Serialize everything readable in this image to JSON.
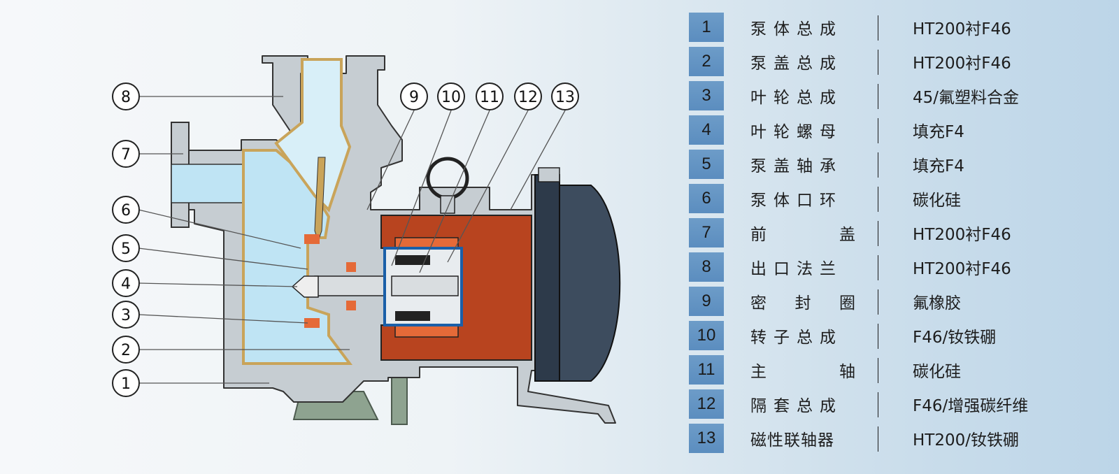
{
  "colors": {
    "num_cell": "#5b8dbf",
    "pump_body": "#c8cfd4",
    "liner": "#c9a45a",
    "fluid": "#bfe4f4",
    "motor_flange": "#b8441f",
    "magnet": "#e56a38",
    "motor_dark": "#2d3a4a",
    "base_green": "#8aa08a"
  },
  "callouts": [
    "8",
    "7",
    "6",
    "5",
    "4",
    "3",
    "2",
    "1",
    "9",
    "10",
    "11",
    "12",
    "13"
  ],
  "parts": [
    {
      "num": "1",
      "name": "泵体总成",
      "material": "HT200衬F46"
    },
    {
      "num": "2",
      "name": "泵盖总成",
      "material": "HT200衬F46"
    },
    {
      "num": "3",
      "name": "叶轮总成",
      "material": "45/氟塑料合金"
    },
    {
      "num": "4",
      "name": "叶轮螺母",
      "material": "填充F4"
    },
    {
      "num": "5",
      "name": "泵盖轴承",
      "material": "填充F4"
    },
    {
      "num": "6",
      "name": "泵体口环",
      "material": "碳化硅"
    },
    {
      "num": "7",
      "name_a": "前",
      "name_b": "盖",
      "material": "HT200衬F46"
    },
    {
      "num": "8",
      "name": "出口法兰",
      "material": "HT200衬F46"
    },
    {
      "num": "9",
      "name_a": "密",
      "name_m": "封",
      "name_b": "圈",
      "material": "氟橡胶"
    },
    {
      "num": "10",
      "name": "转子总成",
      "material": "F46/钕铁硼"
    },
    {
      "num": "11",
      "name_a": "主",
      "name_b": "轴",
      "material": "碳化硅"
    },
    {
      "num": "12",
      "name": "隔套总成",
      "material": "F46/增强碳纤维"
    },
    {
      "num": "13",
      "name": "磁性联轴器",
      "material": "HT200/钕铁硼"
    }
  ]
}
